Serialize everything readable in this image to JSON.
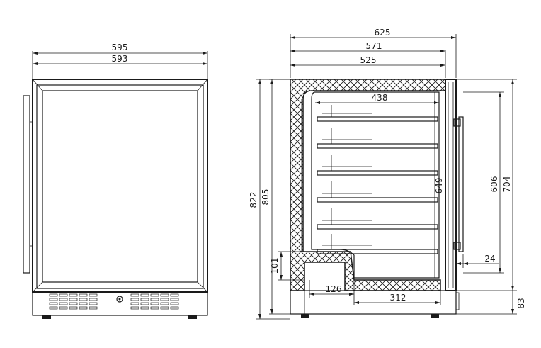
{
  "front_view": {
    "dim_overall_width": "595",
    "dim_door_width": "593"
  },
  "side_view": {
    "dim_total_depth": "625",
    "dim_depth_without_handle": "571",
    "dim_cabinet_depth": "525",
    "dim_interior_depth": "438",
    "dim_overall_height": "822",
    "dim_cabinet_height": "805",
    "dim_interior_height": "649",
    "dim_handle_length": "606",
    "dim_door_height": "704",
    "dim_handle_offset": "24",
    "dim_plinth_height": "83",
    "dim_step_height": "101",
    "dim_step_depth": "126",
    "dim_compressor_depth": "312"
  }
}
